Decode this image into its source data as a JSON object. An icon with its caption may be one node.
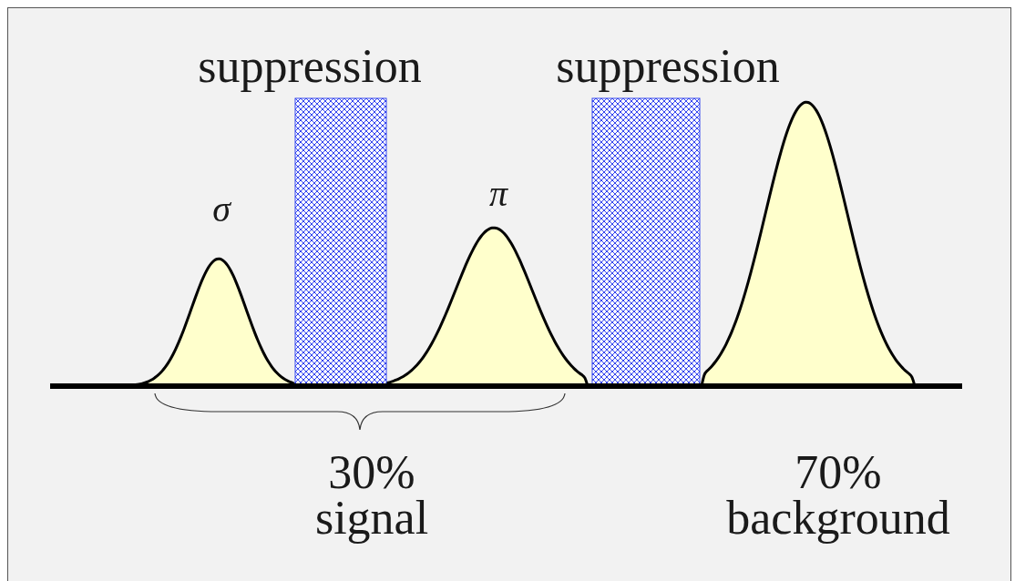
{
  "diagram": {
    "labels": [
      "suppression",
      "suppression",
      "σ",
      "π",
      "30% signal",
      "70% background"
    ]
  }
}
